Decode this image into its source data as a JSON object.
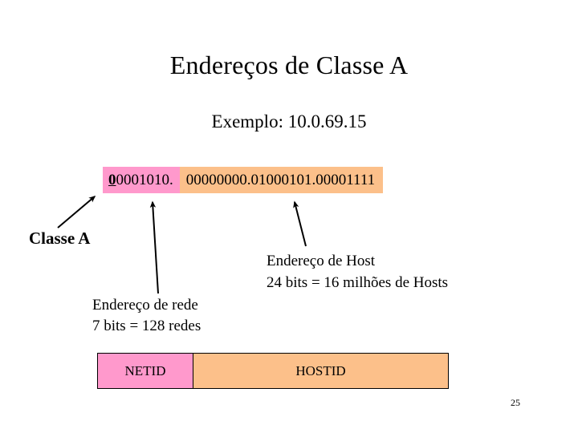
{
  "slide": {
    "title": "Endereços de Classe A",
    "subtitle": "Exemplo: 10.0.69.15",
    "page_number": "25"
  },
  "bits": {
    "class_bit": "0",
    "netid_rest": "0001010.",
    "hostid": "00000000.01000101.00001111",
    "netid_full": "00001010.",
    "netid_color": "#FF99CC",
    "hostid_color": "#FCC08A"
  },
  "labels": {
    "classe": "Classe A",
    "rede_line1": "Endereço de rede",
    "rede_line2": "7 bits = 128 redes",
    "host_line1": "Endereço de Host",
    "host_line2": "24 bits = 16 milhões de Hosts"
  },
  "idbar": {
    "netid": "NETID",
    "hostid": "HOSTID",
    "netid_color": "#FF99CC",
    "hostid_color": "#FCC08A"
  },
  "arrows": {
    "class_arrow": "arrow-to-class-bit",
    "netid_arrow": "arrow-to-netid",
    "hostid_arrow": "arrow-to-hostid"
  }
}
